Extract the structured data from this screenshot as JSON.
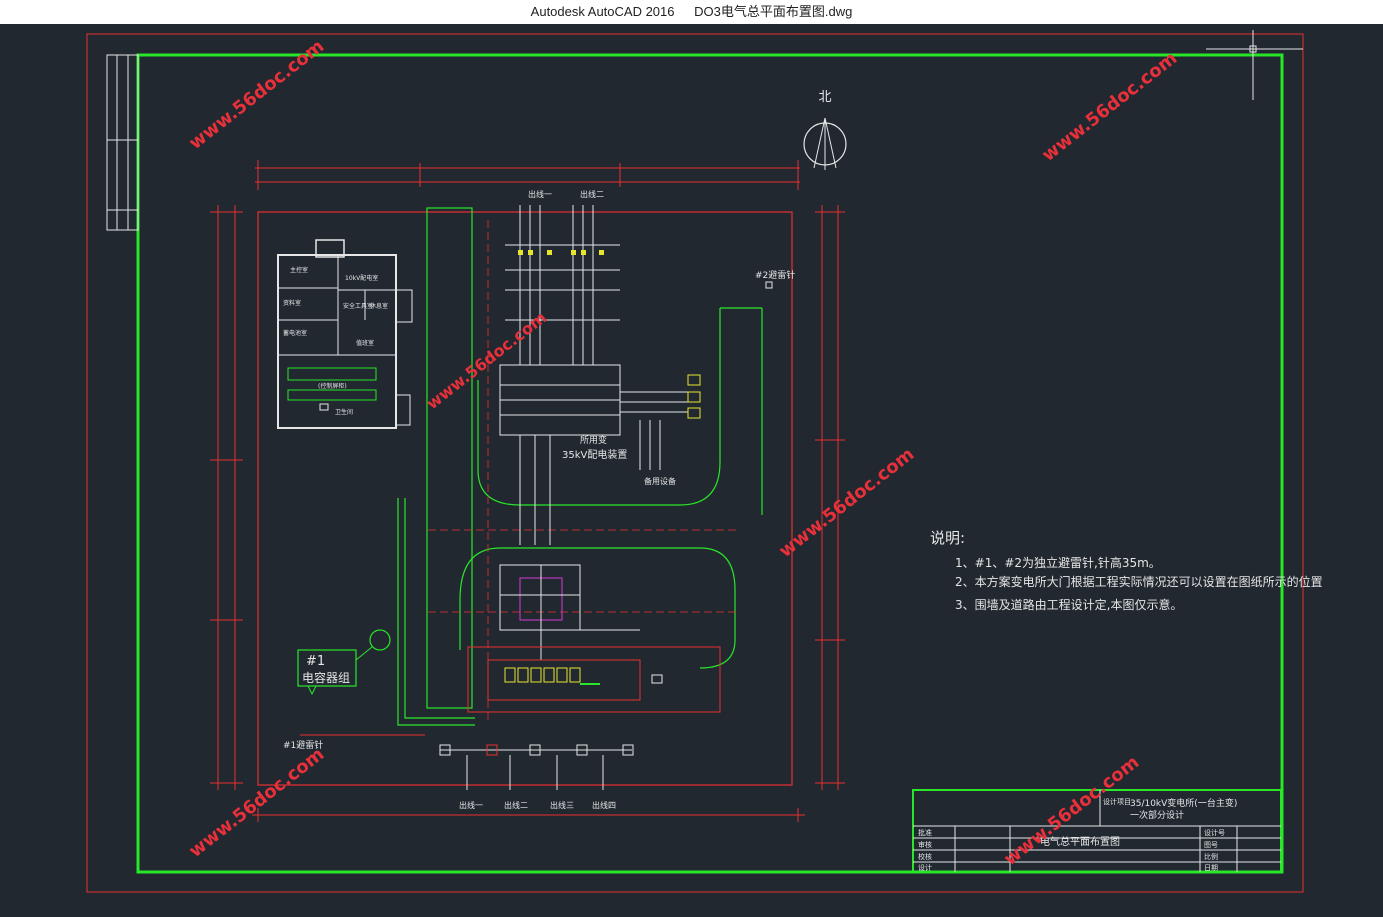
{
  "window": {
    "app_title": "Autodesk AutoCAD 2016",
    "file_name": "DO3电气总平面布置图.dwg"
  },
  "drawing": {
    "north_label": "北",
    "lightning_rod_2": "#2避雷针",
    "lightning_rod_1": "#1避雷针",
    "incoming_line_1": "出线一",
    "incoming_line_2": "出线二",
    "outgoing_lines": [
      "出线一",
      "出线二",
      "出线三",
      "出线四"
    ],
    "station_35kv": "35kV配电装置",
    "station_transformer": "所用变",
    "reserve_equipment": "备用设备",
    "capacitor_id": "#1",
    "capacitor_label": "电容器组",
    "building_rooms": [
      "主控室",
      "10kV配电室",
      "资料室",
      "休息室",
      "蓄电池室",
      "安全工具室",
      "值班室",
      "卫生间"
    ],
    "building_panel_label": "(控制屏柜)",
    "colors": {
      "green": "#29e629",
      "red": "#e83030",
      "white": "#e6e6e6",
      "yellow": "#e6e62e",
      "magenta": "#d63ad6",
      "background": "#212830"
    }
  },
  "notes": {
    "heading": "说明:",
    "items": [
      "1、#1、#2为独立避雷针,针高35m。",
      "2、本方案变电所大门根据工程实际情况还可以设置在图纸所示的位置",
      "3、围墙及道路由工程设计定,本图仅示意。"
    ]
  },
  "title_block": {
    "project_label": "设计项目",
    "project_title_1": "35/10kV变电所(一台主变)",
    "project_title_2": "一次部分设计",
    "drawing_title": "电气总平面布置图",
    "left_rows": [
      "批准",
      "审核",
      "校核",
      "设计"
    ],
    "right_rows": [
      "设计号",
      "图号",
      "比例",
      "日期"
    ]
  },
  "watermark": "www.56doc.com"
}
